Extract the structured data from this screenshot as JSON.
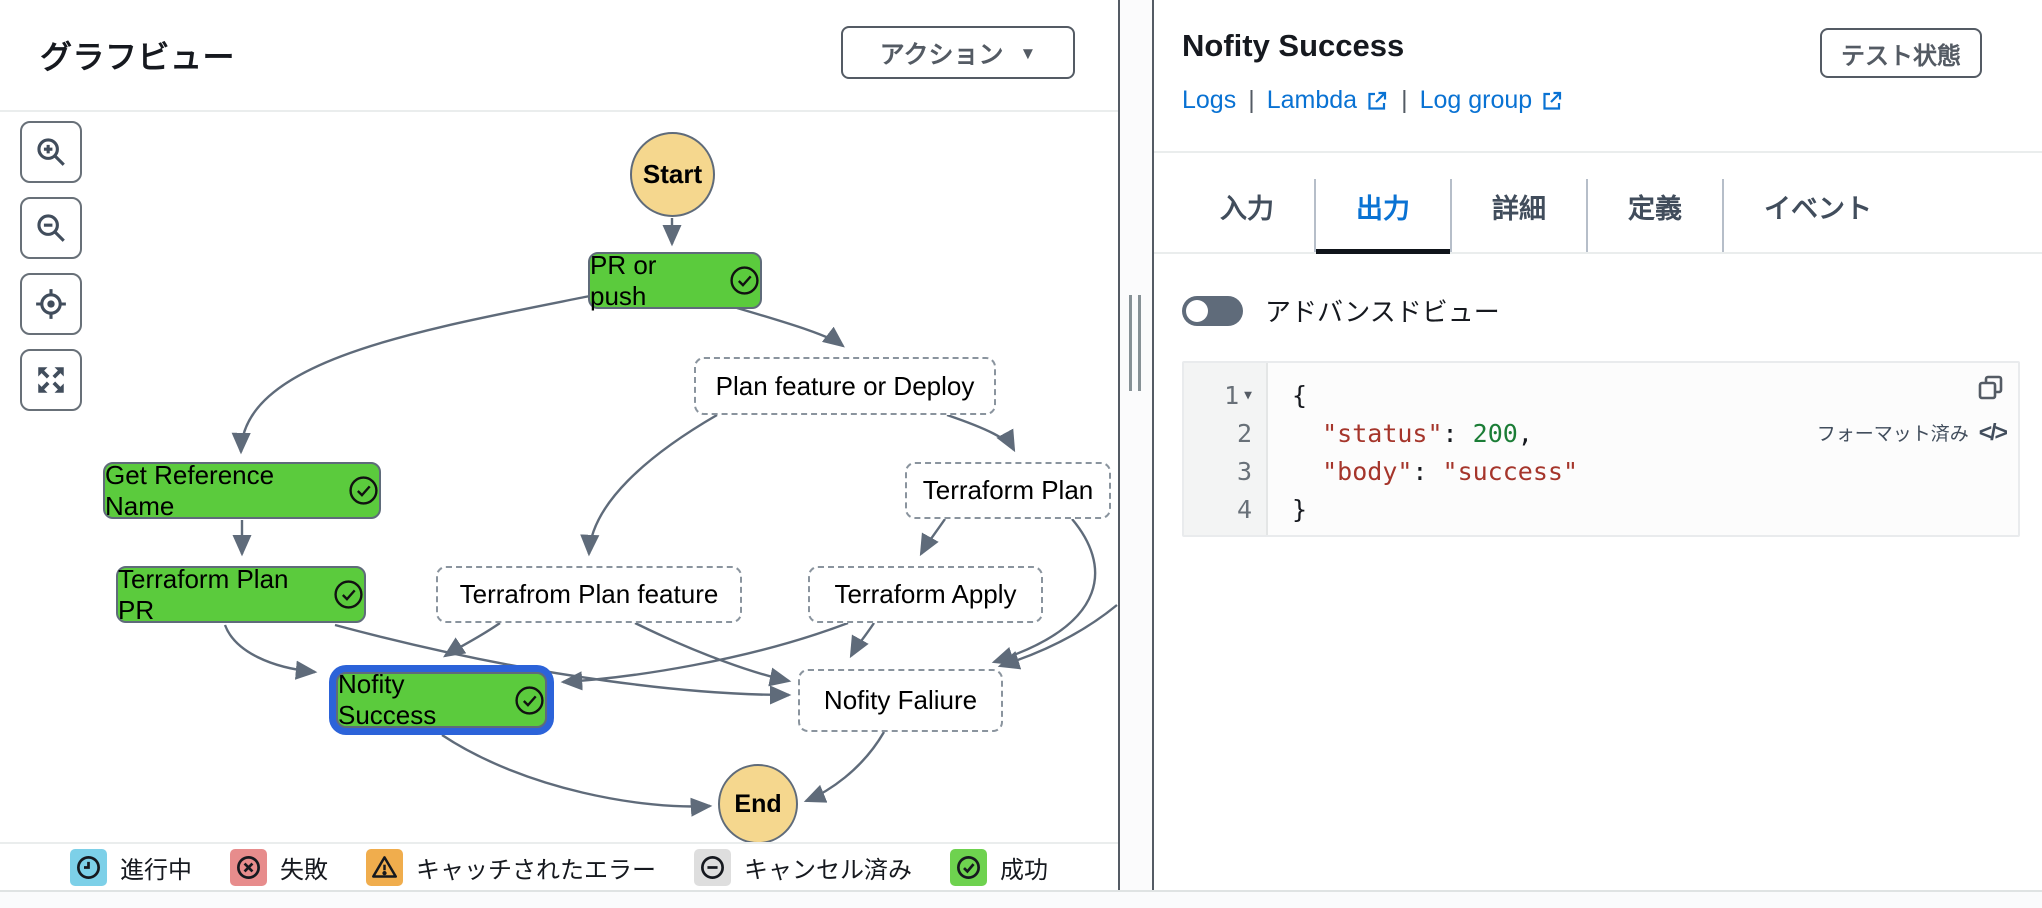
{
  "left_panel": {
    "title": "グラフビュー",
    "actions_button": {
      "label": "アクション",
      "caret": "▼"
    },
    "zoom_toolbar": {
      "buttons": [
        "zoom-in",
        "zoom-out",
        "center",
        "fit-view"
      ]
    },
    "graph": {
      "nodes": [
        {
          "label": "Start",
          "type": "start"
        },
        {
          "label": "PR or push",
          "type": "task",
          "status": "success"
        },
        {
          "label": "Plan feature or Deploy",
          "type": "choice",
          "status": "not-executed"
        },
        {
          "label": "Get Reference Name",
          "type": "task",
          "status": "success"
        },
        {
          "label": "Terraform Plan",
          "type": "task",
          "status": "not-executed"
        },
        {
          "label": "Terraform Plan PR",
          "type": "task",
          "status": "success"
        },
        {
          "label": "Terrafrom Plan feature",
          "type": "task",
          "status": "not-executed"
        },
        {
          "label": "Terraform Apply",
          "type": "task",
          "status": "not-executed"
        },
        {
          "label": "Nofity Success",
          "type": "task",
          "status": "success",
          "selected": true
        },
        {
          "label": "Nofity Faliure",
          "type": "task",
          "status": "not-executed"
        },
        {
          "label": "End",
          "type": "end"
        }
      ],
      "legend": [
        {
          "label": "進行中",
          "color": "#7dd0e8",
          "icon": "in-progress-icon"
        },
        {
          "label": "失敗",
          "color": "#e78c8c",
          "icon": "failed-icon"
        },
        {
          "label": "キャッチされたエラー",
          "color": "#f0ad4d",
          "icon": "caught-error-icon"
        },
        {
          "label": "キャンセル済み",
          "color": "#dedede",
          "icon": "cancelled-icon"
        },
        {
          "label": "成功",
          "color": "#6ed24f",
          "icon": "success-icon"
        }
      ]
    }
  },
  "right_panel": {
    "title": "Nofity Success",
    "test_state_button": "テスト状態",
    "links": {
      "logs": "Logs",
      "lambda": "Lambda",
      "log_group": "Log group",
      "separator": "|"
    },
    "tabs": [
      {
        "label": "入力",
        "active": false
      },
      {
        "label": "出力",
        "active": true
      },
      {
        "label": "詳細",
        "active": false
      },
      {
        "label": "定義",
        "active": false
      },
      {
        "label": "イベント",
        "active": false
      }
    ],
    "advanced_view_label": "アドバンスドビュー",
    "output_viewer": {
      "formatted_label": "フォーマット済み",
      "collapse_caret": "▼",
      "line_numbers": [
        "1",
        "2",
        "3",
        "4"
      ],
      "json": {
        "line1": "{",
        "indent": "  ",
        "line2_key": "\"status\"",
        "line2_colon": ": ",
        "line2_value": "200",
        "line2_comma": ",",
        "line3_key": "\"body\"",
        "line3_colon": ": ",
        "line3_value": "\"success\"",
        "line4": "}"
      }
    }
  },
  "colors": {
    "success_green": "#5bcb3d",
    "start_end_tan": "#f5d78e",
    "selection_blue": "#2c63d9",
    "link_blue": "#0972d3",
    "arrow_gray": "#5f6b7a",
    "code_string_red": "#a5352b",
    "code_number_green": "#1b7d36"
  }
}
